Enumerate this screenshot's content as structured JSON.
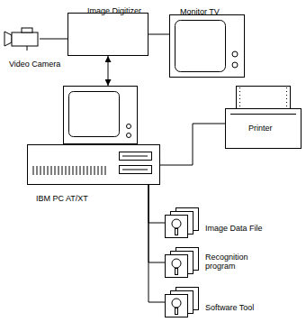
{
  "diagram": {
    "nodes": [
      {
        "text": [
          "Video Camera"
        ]
      },
      {
        "text": [
          "Image Digitizer"
        ]
      },
      {
        "text": [
          "Monitor TV"
        ]
      },
      {
        "text": [
          "IBM PC AT/XT"
        ]
      },
      {
        "text": [
          "Printer"
        ]
      },
      {
        "text": [
          "Image Data File"
        ]
      },
      {
        "text": [
          "Recognition program"
        ]
      },
      {
        "text": [
          "Software Tool"
        ]
      }
    ],
    "edges": [
      {
        "from": 0,
        "to": 1,
        "arrow": "none"
      },
      {
        "from": 1,
        "to": 2,
        "arrow": "none"
      },
      {
        "from": 1,
        "to": 3,
        "arrow": "both"
      },
      {
        "from": 3,
        "to": 4,
        "arrow": "none"
      },
      {
        "from": 3,
        "to": 5,
        "arrow": "none"
      },
      {
        "from": 3,
        "to": 6,
        "arrow": "none"
      },
      {
        "from": 3,
        "to": 7,
        "arrow": "none"
      }
    ]
  }
}
